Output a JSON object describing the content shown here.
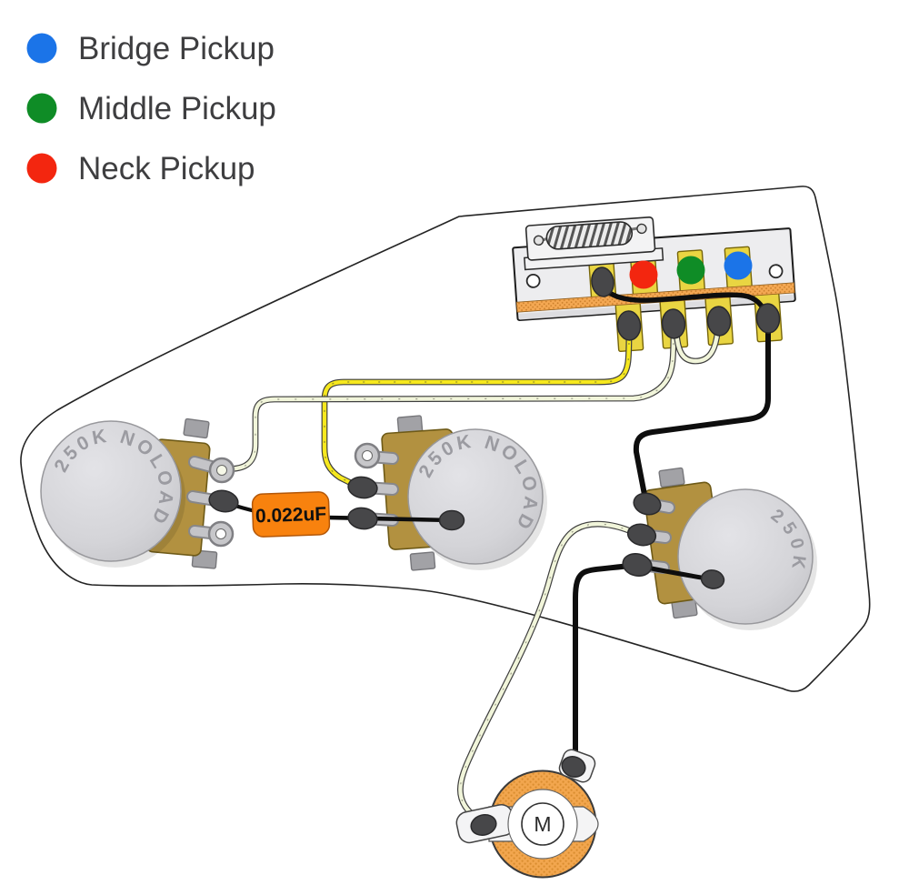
{
  "legend": {
    "items": [
      {
        "label": "Bridge Pickup",
        "color": "#1b74e8"
      },
      {
        "label": "Middle Pickup",
        "color": "#0f8c26"
      },
      {
        "label": "Neck Pickup",
        "color": "#f3260f"
      }
    ]
  },
  "components": {
    "selector_switch": {
      "pickup_dots": [
        {
          "pickup": "Neck",
          "color": "#f3260f"
        },
        {
          "pickup": "Middle",
          "color": "#0f8c26"
        },
        {
          "pickup": "Bridge",
          "color": "#1b74e8"
        }
      ]
    },
    "pots": {
      "tone1": {
        "label": "250K NOLOAD"
      },
      "tone2": {
        "label": "250K NOLOAD"
      },
      "volume": {
        "label": "250K"
      }
    },
    "capacitor": {
      "value": "0.022uF",
      "color": "#f8820e"
    },
    "output_jack": {
      "label": "M",
      "ring_color": "#f2a64e"
    }
  },
  "colors": {
    "wire_yellow": "#f6e81e",
    "wire_white": "#f1f5da",
    "wire_black": "#0e0e0e",
    "pot_label": "#9b9ba1",
    "switch_strip": "#f4a853"
  }
}
